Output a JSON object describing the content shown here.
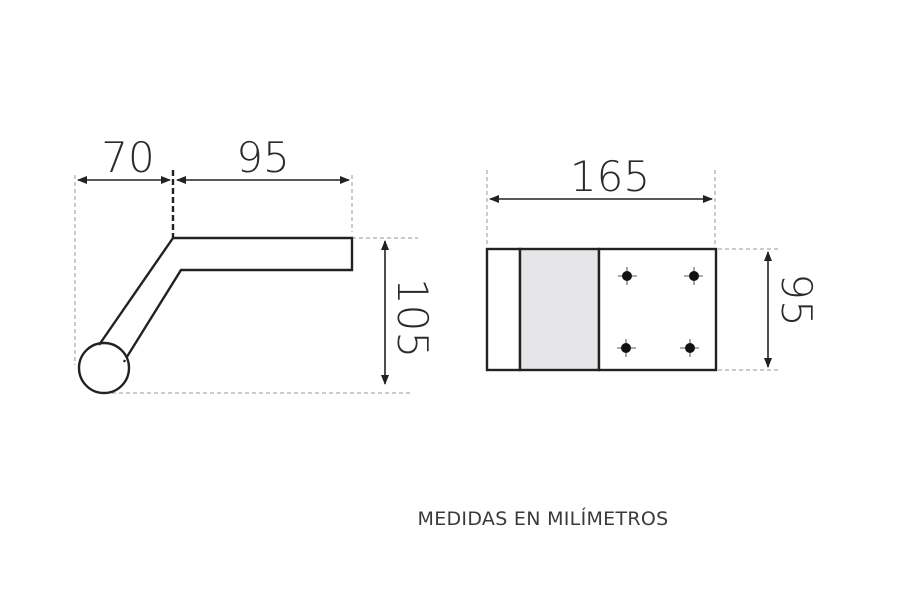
{
  "dimensions": {
    "side_width_a": "70",
    "side_width_b": "95",
    "side_height": "105",
    "top_width": "165",
    "top_height": "95"
  },
  "caption": "MEDIDAS EN MILÍMETROS",
  "colors": {
    "line": "#222222",
    "guide": "#9a9a9a",
    "panel_fill": "#e6e6e8",
    "background": "#ffffff"
  }
}
